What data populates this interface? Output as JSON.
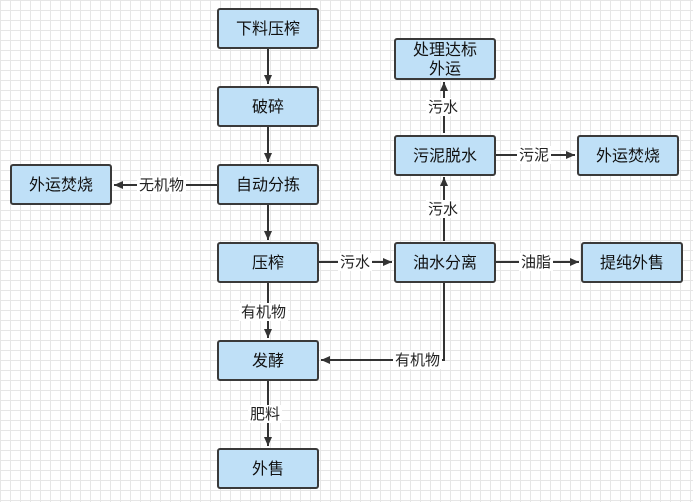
{
  "nodes": {
    "press": "下料压榨",
    "crush": "破碎",
    "sort": "自动分拣",
    "export_burn_left": "外运焚烧",
    "squeeze": "压榨",
    "ferment": "发酵",
    "sell": "外售",
    "oil_sep": "油水分离",
    "sludge_dewater": "污泥脱水",
    "treat_export": "处理达标\n外运",
    "export_burn_right": "外运焚烧",
    "purify_sell": "提纯外售"
  },
  "edge_labels": {
    "inorganic": "无机物",
    "wastewater_mid": "污水",
    "organic_down": "有机物",
    "fertilizer": "肥料",
    "organic_left": "有机物",
    "wastewater_up": "污水",
    "wastewater_top": "污水",
    "sludge": "污泥",
    "oil": "油脂"
  }
}
